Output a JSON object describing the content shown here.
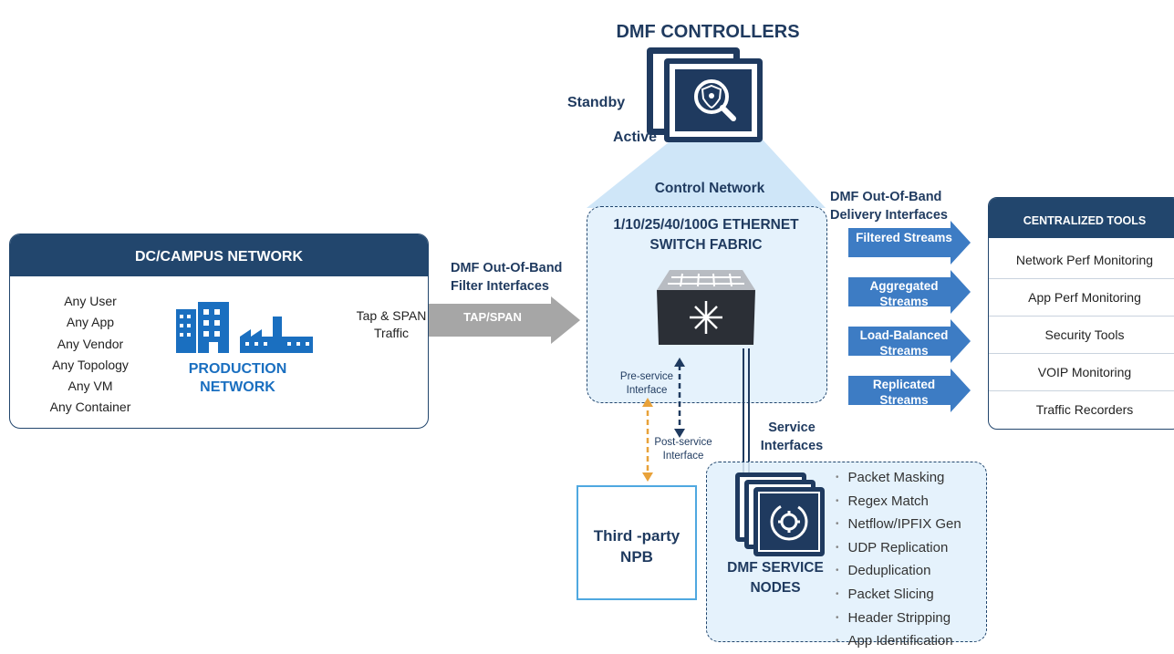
{
  "controllers": {
    "title": "DMF CONTROLLERS",
    "standby": "Standby",
    "active": "Active"
  },
  "dc_network": {
    "title": "DC/CAMPUS NETWORK",
    "items": [
      "Any User",
      "Any App",
      "Any Vendor",
      "Any Topology",
      "Any VM",
      "Any Container"
    ],
    "production": "PRODUCTION NETWORK",
    "tap_traffic": "Tap & SPAN Traffic"
  },
  "filter_label": "DMF Out-Of-Band Filter Interfaces",
  "tap_arrow": "TAP/SPAN",
  "control_network": "Control Network",
  "fabric": {
    "title": "1/10/25/40/100G ETHERNET SWITCH FABRIC"
  },
  "pre_service": "Pre-service Interface",
  "post_service": "Post-service Interface",
  "service_interfaces": "Service Interfaces",
  "third_party": "Third -party NPB",
  "service_nodes": {
    "name": "DMF SERVICE NODES",
    "features": [
      "Packet Masking",
      "Regex Match",
      "Netflow/IPFIX Gen",
      "UDP Replication",
      "Deduplication",
      "Packet Slicing",
      "Header Stripping",
      "App Identification"
    ]
  },
  "delivery_label": "DMF Out-Of-Band Delivery  Interfaces",
  "streams": [
    "Filtered Streams",
    "Aggregated Streams",
    "Load-Balanced Streams",
    "Replicated Streams"
  ],
  "tools": {
    "title": "CENTRALIZED TOOLS",
    "items": [
      "Network Perf Monitoring",
      "App Perf Monitoring",
      "Security Tools",
      "VOIP Monitoring",
      "Traffic Recorders"
    ]
  },
  "colors": {
    "navy": "#22466d",
    "arrow_blue": "#3d7cc4",
    "production_blue": "#1a6fc0",
    "tap_grey": "#a6a6a6",
    "orange": "#e8a23a",
    "light_blue": "#e1f0fc"
  }
}
